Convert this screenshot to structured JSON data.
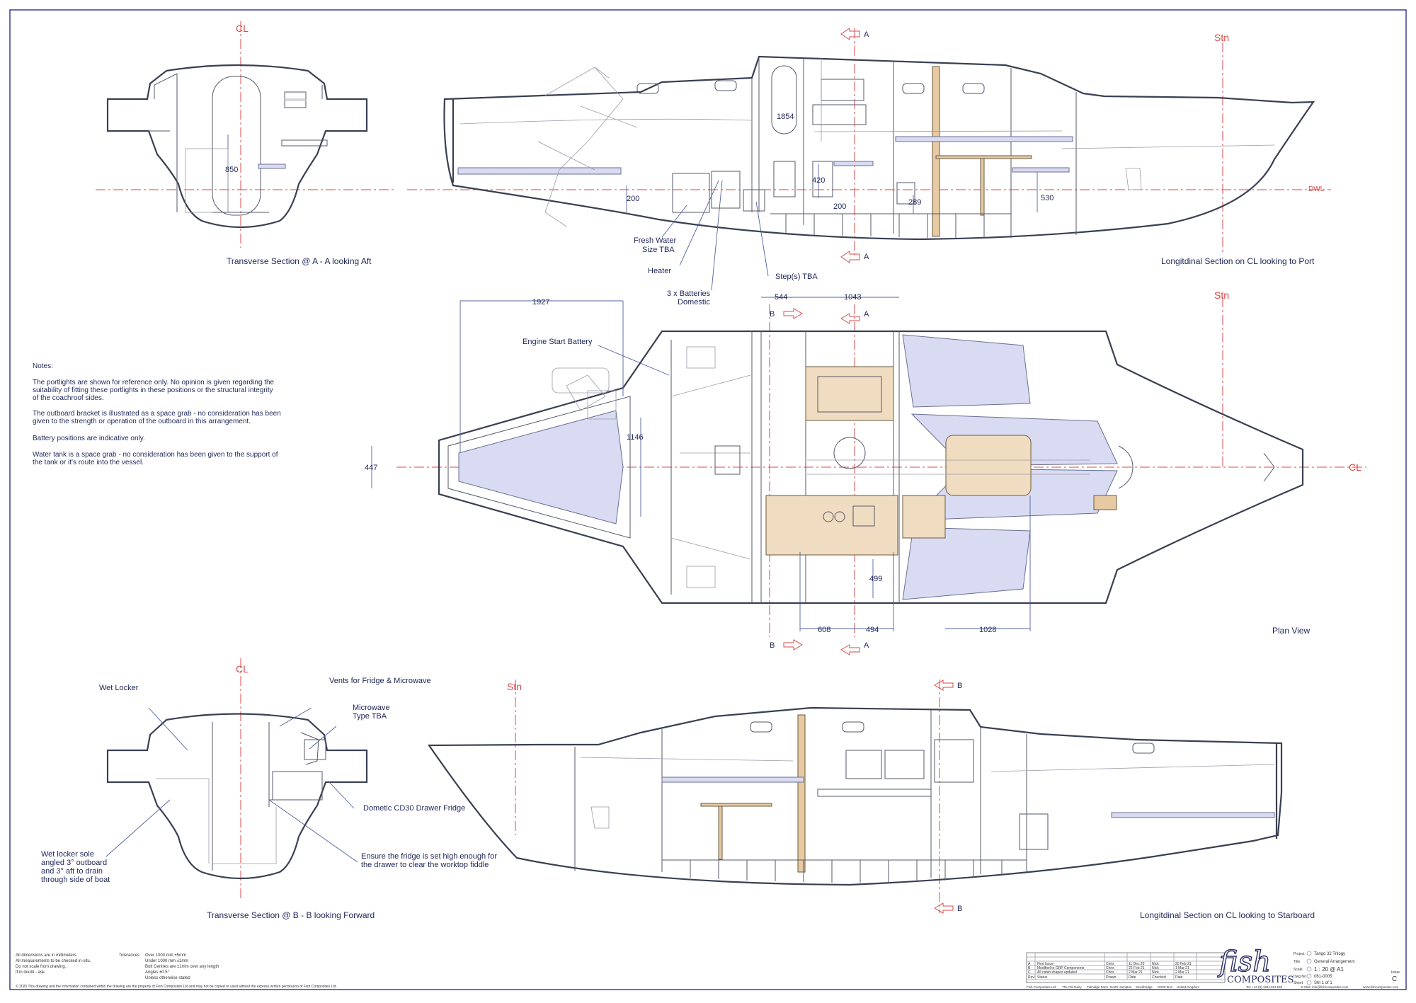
{
  "titles": {
    "section_aa": "Transverse Section @ A - A looking Aft",
    "long_port": "Longitdinal Section on CL looking to Port",
    "plan": "Plan View",
    "section_bb": "Transverse Section @ B - B looking Forward",
    "long_stbd": "Longitdinal Section on CL looking to Starboard"
  },
  "callouts": {
    "fresh_water": [
      "Fresh Water",
      "Size TBA"
    ],
    "heater": "Heater",
    "steps": "Step(s) TBA",
    "batteries": [
      "3 x Batteries",
      "Domestic"
    ],
    "engine_battery": "Engine Start Battery",
    "wet_locker": "Wet Locker",
    "vents": "Vents for Fridge & Microwave",
    "microwave": [
      "Microwave",
      "Type TBA"
    ],
    "fridge": "Dometic CD30 Drawer Fridge",
    "fridge_high": [
      "Ensure the fridge is set high enough for",
      "the drawer to clear the worktop fiddle"
    ],
    "wet_locker_sole": [
      "Wet locker sole",
      "angled 3° outboard",
      "and 3° aft to drain",
      "through side of boat"
    ]
  },
  "notes": {
    "heading": "Notes:",
    "p1": [
      "The portlights are shown for reference only. No opinion is given regarding the",
      "suitability of fitting these portlights in these positions or the structural integrity",
      "of the coachroof sides."
    ],
    "p2": [
      "The outboard bracket is illustrated as a space grab - no consideration has been",
      "given to the strength or operation of the outboard in this arrangement."
    ],
    "p3": "Battery positions are indicative only.",
    "p4": [
      "Water tank is a space grab - no consideration has been given to the support of",
      "the tank or it's route into the vessel."
    ]
  },
  "dimensions": {
    "d850": "850",
    "d1854": "1854",
    "d420": "420",
    "d200a": "200",
    "d200b": "200",
    "d289": "289",
    "d530": "530",
    "d1927": "1927",
    "d544": "544",
    "d1043": "1043",
    "d1146": "1146",
    "d447": "447",
    "d499": "499",
    "d608": "608",
    "d494": "494",
    "d1028": "1028"
  },
  "markers": {
    "cl": "CL",
    "stn": "Stn",
    "dwl": "DWL",
    "a": "A",
    "b": "B"
  },
  "footer_left": {
    "general": [
      "All dimensions are in millimeters.",
      "All measurements to be checked in-situ.",
      "Do not scale from drawing.",
      "If in doubt - ask."
    ],
    "tol_label": "Tolerances",
    "tolerances": [
      "Over 1000 mm ±5mm",
      "Under 1000 mm ±1mm",
      "Bolt Centres are ±1mm over any length",
      "Angles ±0.5°",
      "Unless otherwise stated"
    ],
    "copyright": "© 2020 This drawing and the information contained within the drawing are the property of Fish Composites Ltd and may not be copied or used without the express written permission of Fish Composites Ltd."
  },
  "revisions": [
    {
      "rev": "A",
      "desc": "First Issue",
      "by": "Chris",
      "date": "11 Dec 20",
      "chk": "Nick",
      "cdate": "20 Feb 21"
    },
    {
      "rev": "B",
      "desc": "Modified to GRP Components",
      "by": "Chris",
      "date": "22 Feb 21",
      "chk": "Nick",
      "cdate": "1 Mar 21"
    },
    {
      "rev": "C",
      "desc": "All cabin shapes updated",
      "by": "Chris",
      "date": "2 Mar 21",
      "chk": "Nick",
      "cdate": "2 Mar 21"
    }
  ],
  "revision_headers": [
    "Rev",
    "Status",
    "Drawn",
    "Date",
    "Checked",
    "Date"
  ],
  "company": {
    "logo": "fish",
    "logo_sub": "COMPOSITES",
    "address": [
      "Fish Composites Ltd",
      "The Old Dairy",
      "Tidmidge Farm",
      "North Hampton",
      "Stockbridge",
      "SO20 6LG",
      "United Kingdom"
    ],
    "contact": [
      "Tel: +44 (0) 1264 811 633",
      "E Mail: info@fishcomposites.com",
      "www.fishcomposites.com"
    ]
  },
  "titleblock": {
    "project_label": "Project",
    "project": "Tango 32 Trilogy",
    "title_label": "Title",
    "title": "General Arrangement",
    "scale_label": "Scale",
    "scale": "1 : 20 @ A1",
    "dwg_label": "Dwg No",
    "dwg": "061-0005",
    "sheet_label": "Sheet",
    "sheet": "Sht 1 of 1",
    "issue_label": "Issue",
    "issue": "C"
  },
  "colors": {
    "border": "#3a3f8f",
    "annotation": "#1e2658",
    "centerline": "#d84a4a",
    "berth": "#d9dbf3",
    "timber": "#e7c9a2"
  }
}
